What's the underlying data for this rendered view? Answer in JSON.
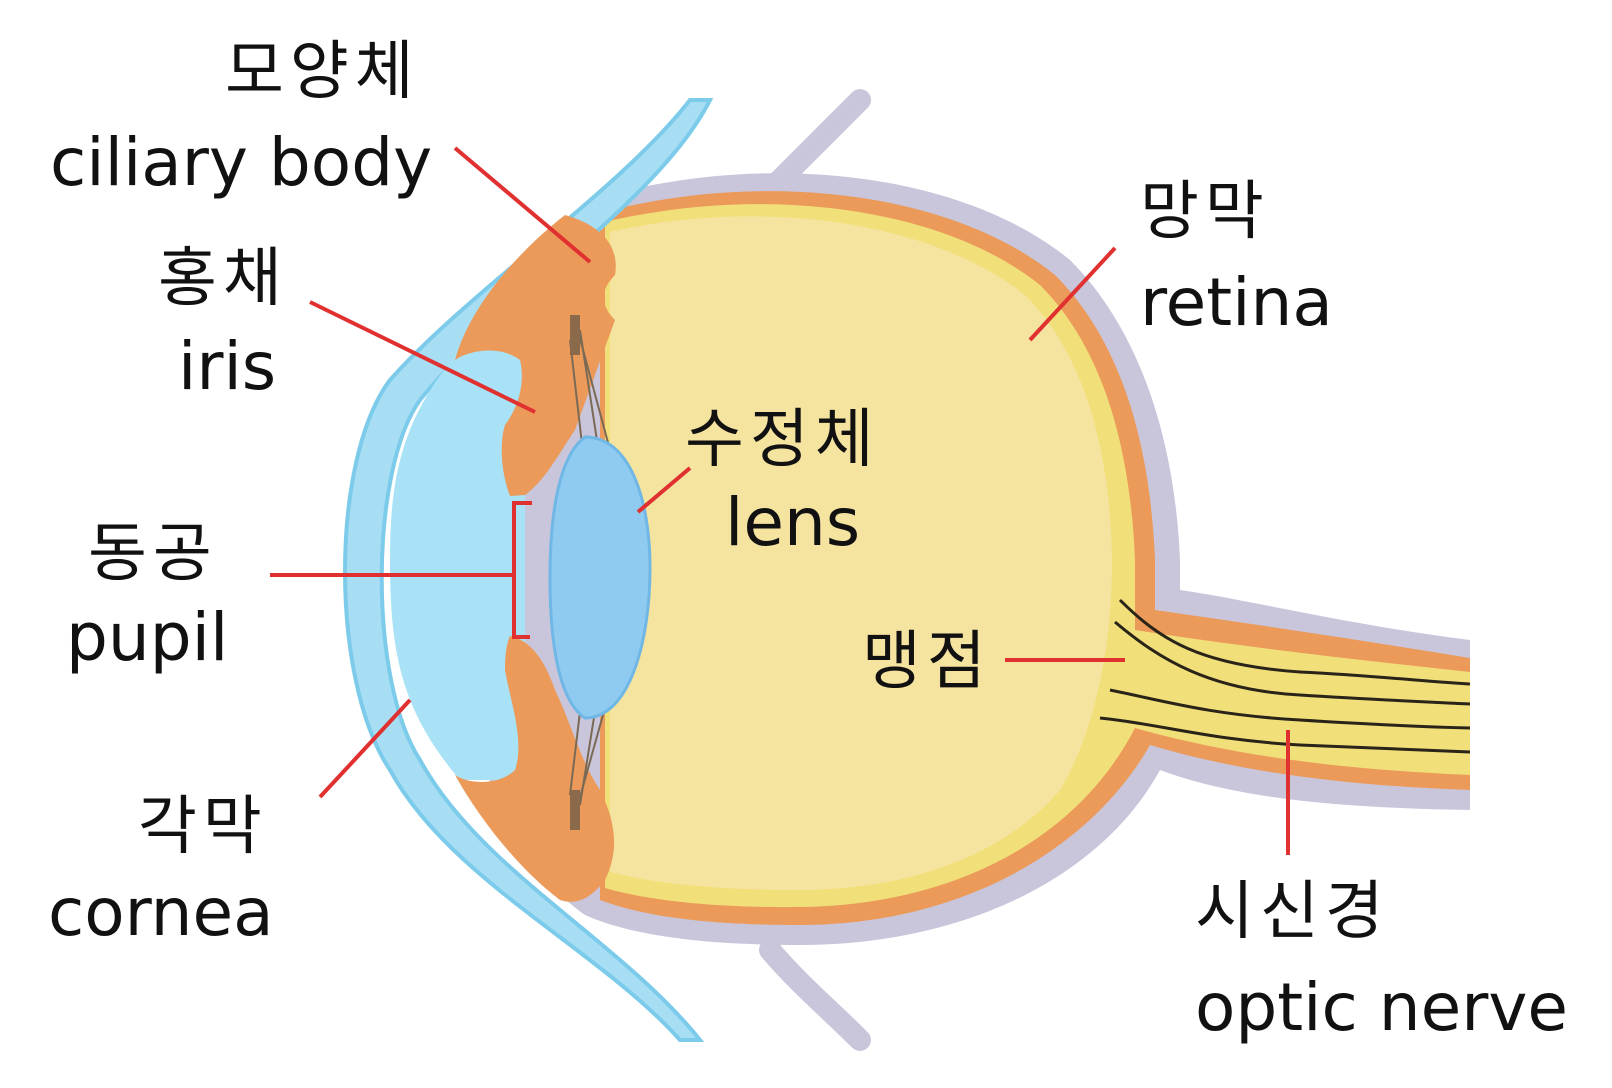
{
  "labels": {
    "ciliary_body": {
      "korean": "모양체",
      "english": "ciliary body"
    },
    "iris": {
      "korean": "홍채",
      "english": "iris"
    },
    "pupil": {
      "korean": "동공",
      "english": "pupil"
    },
    "cornea": {
      "korean": "각막",
      "english": "cornea"
    },
    "lens": {
      "korean": "수정체",
      "english": "lens"
    },
    "retina": {
      "korean": "망막",
      "english": "retina"
    },
    "blind_spot": {
      "korean": "맹점"
    },
    "optic_nerve": {
      "korean": "시신경",
      "english": "optic nerve"
    }
  },
  "colors": {
    "cornea": "#a8def4",
    "cornea_edge": "#7ccbea",
    "sclera": "#c9c6dc",
    "vitreous": "#f5e3a0",
    "retina_yellow": "#f1e07a",
    "choroid_orange": "#eb9a5a",
    "aqueous": "#a9e2f6",
    "lens": "#8fcbf0",
    "leader_line": "#e03030"
  }
}
